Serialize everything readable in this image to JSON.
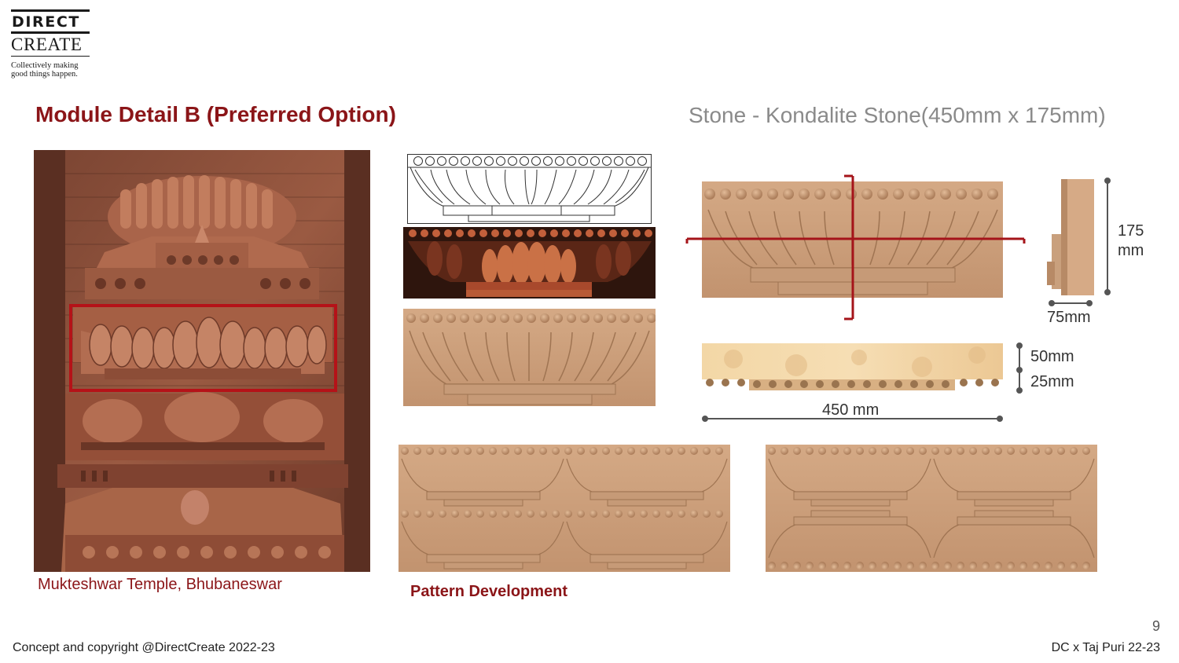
{
  "logo": {
    "line1": "DIRECT",
    "line2": "CREATE",
    "tagline1": "Collectively making",
    "tagline2": "good things happen."
  },
  "title": "Module Detail B (Preferred Option)",
  "subtitle": "Stone - Kondalite Stone(450mm x 175mm)",
  "temple_caption": "Mukteshwar Temple, Bhubaneswar",
  "pattern_label": "Pattern Development",
  "dimensions": {
    "height_value": "175",
    "height_unit": "mm",
    "depth": "75mm",
    "top_depth": "50mm",
    "bottom_depth": "25mm",
    "width": "450 mm"
  },
  "footer": {
    "copyright": "Concept and copyright @DirectCreate 2022-23",
    "project": "DC x Taj Puri 22-23",
    "page": "9"
  },
  "colors": {
    "accent": "#8b1518",
    "stone": "#cfa07b",
    "stone_dark": "#a87a58",
    "grey_text": "#8a8a8a"
  }
}
